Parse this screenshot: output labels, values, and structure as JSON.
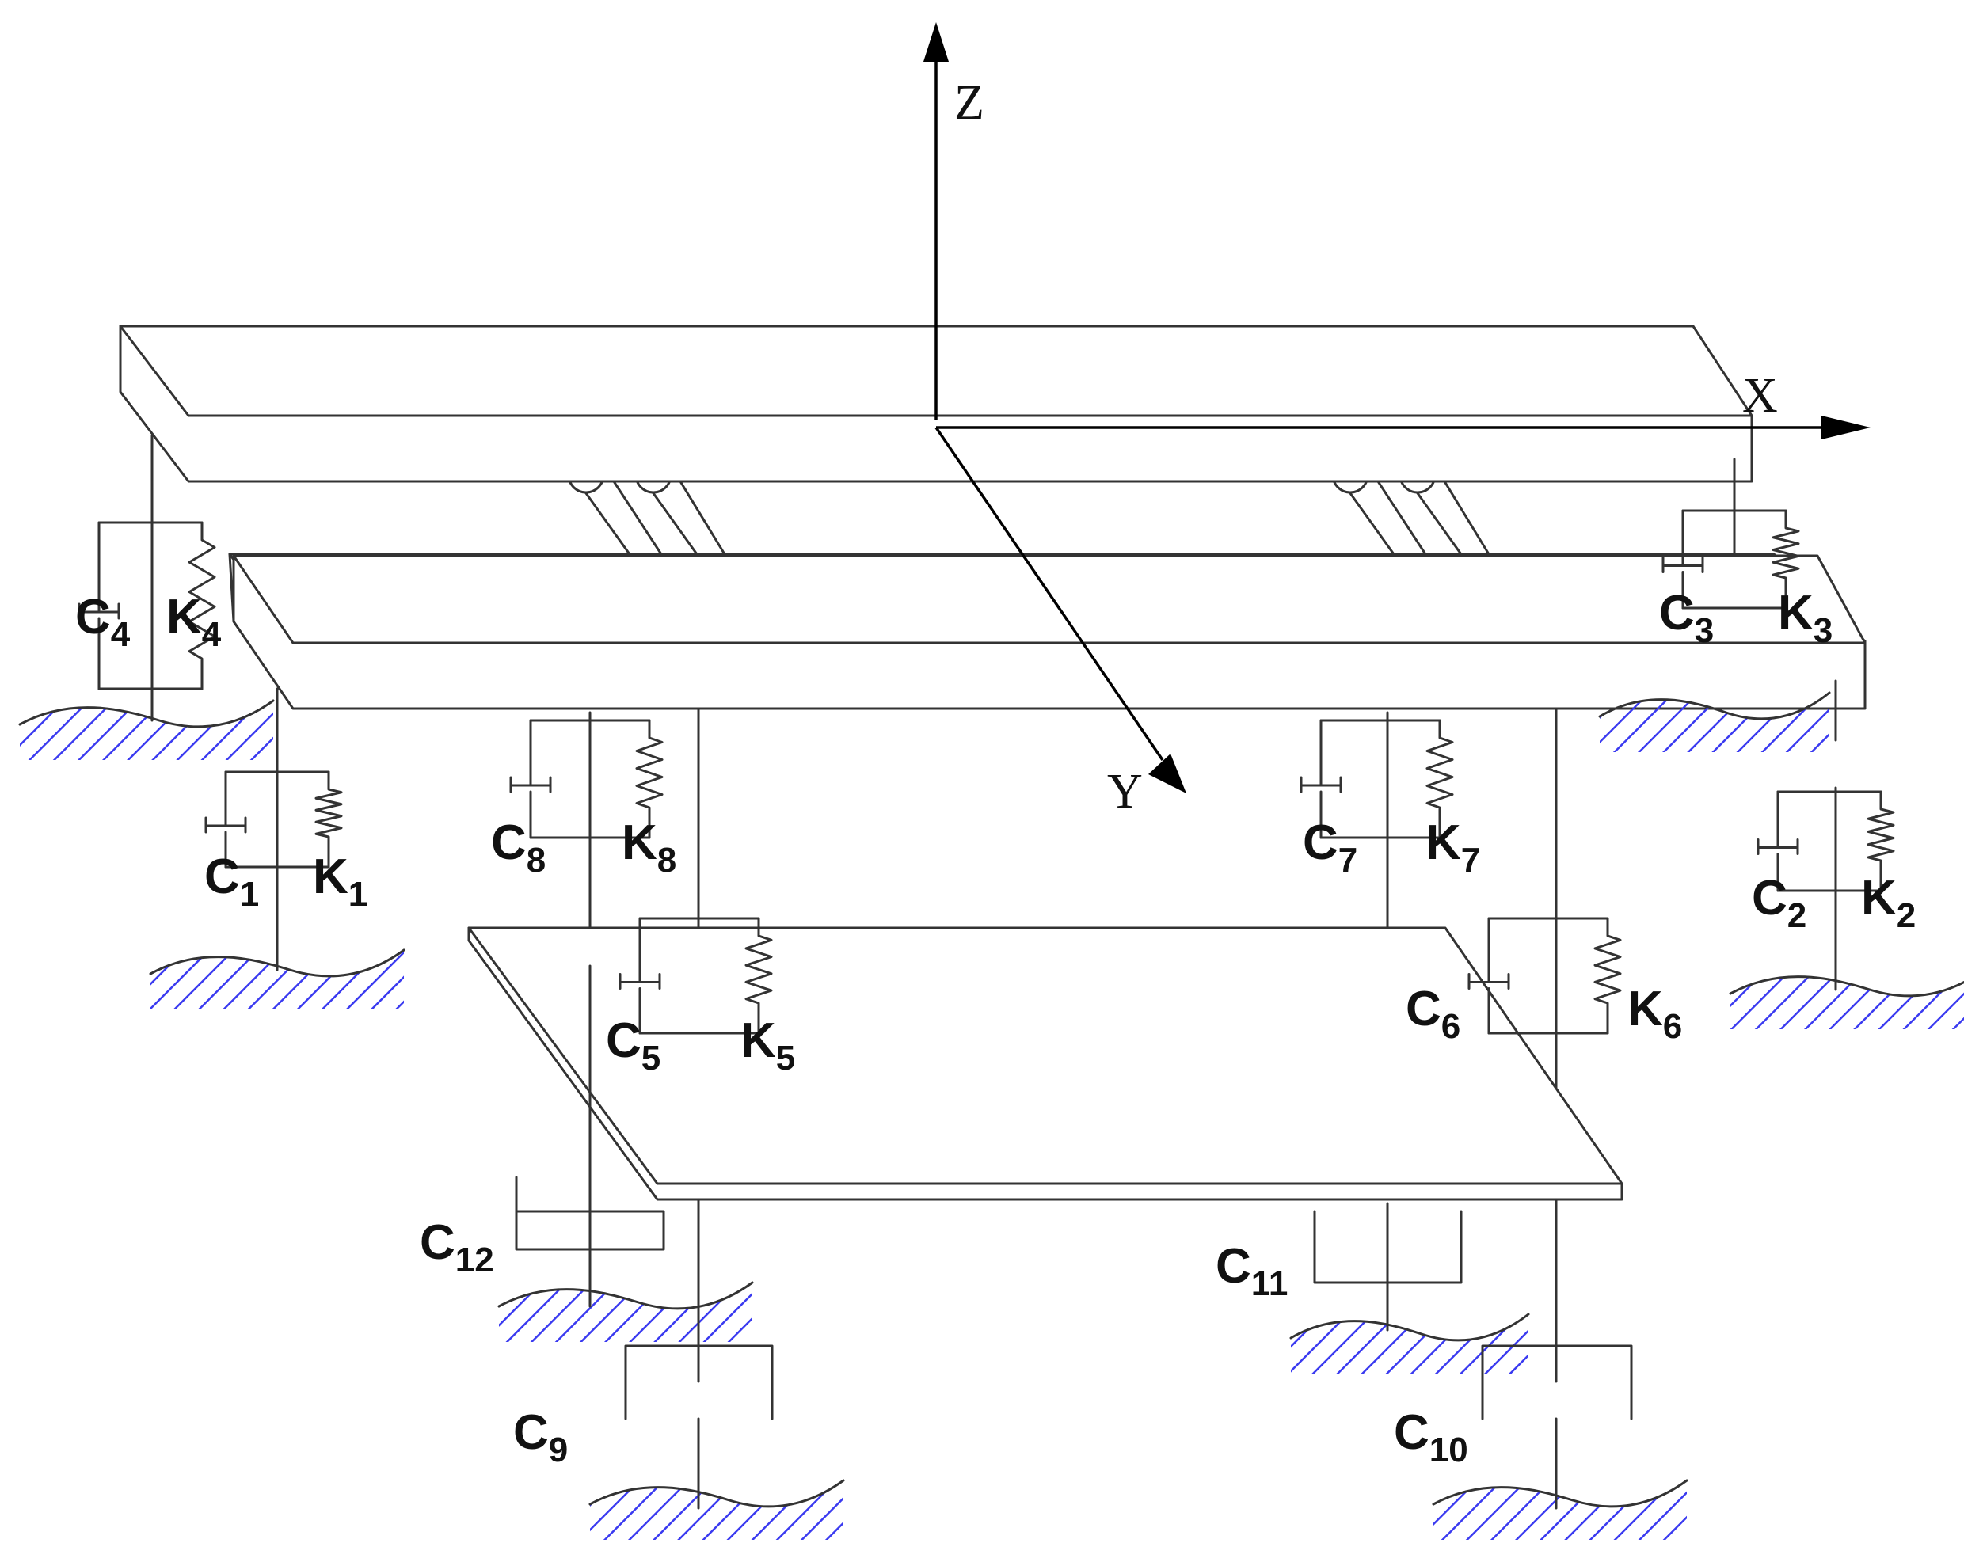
{
  "axes": {
    "x": "X",
    "y": "Y",
    "z": "Z"
  },
  "supports": [
    {
      "c": "1",
      "k": "1"
    },
    {
      "c": "2",
      "k": "2"
    },
    {
      "c": "3",
      "k": "3"
    },
    {
      "c": "4",
      "k": "4"
    },
    {
      "c": "5",
      "k": "5"
    },
    {
      "c": "6",
      "k": "6"
    },
    {
      "c": "7",
      "k": "7"
    },
    {
      "c": "8",
      "k": "8"
    }
  ],
  "dampers": [
    {
      "c": "9"
    },
    {
      "c": "10"
    },
    {
      "c": "11"
    },
    {
      "c": "12"
    }
  ],
  "colors": {
    "ground_hatch": "#3a3af0",
    "lines": "#333333"
  }
}
